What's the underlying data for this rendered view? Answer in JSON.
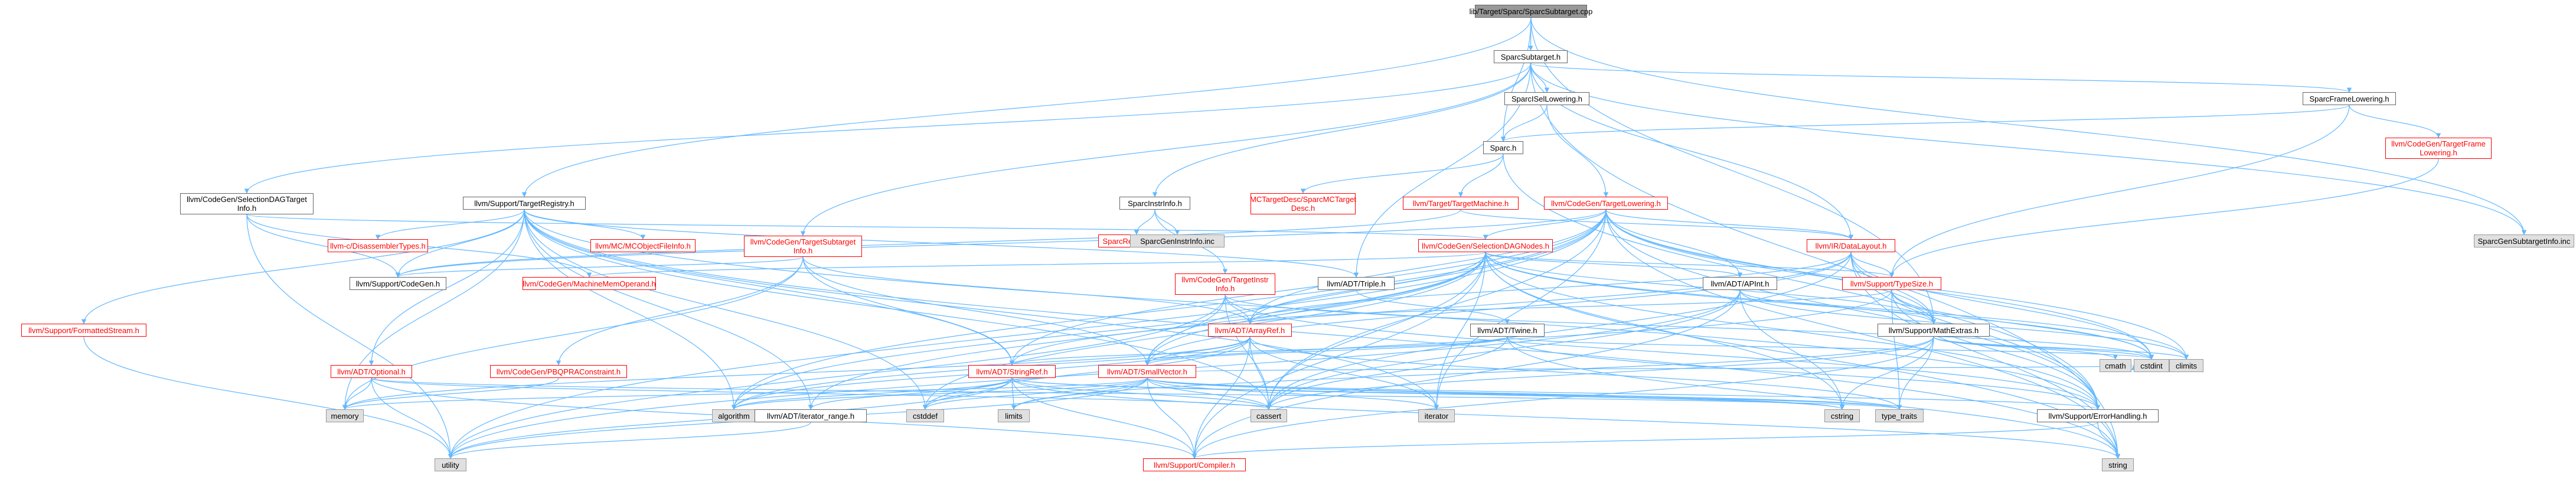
{
  "colors": {
    "edge": "#63b8ff",
    "node_border": "#666666",
    "missing_node": "#ff0000",
    "external_fill": "#e0e0e0",
    "root_fill": "#999999"
  },
  "nodes": [
    {
      "id": "root",
      "label": "lib/Target/Sparc/SparcSubtarget.cpp",
      "style": "root"
    },
    {
      "id": "sparc_subtarget_h",
      "label": "SparcSubtarget.h",
      "style": "normal"
    },
    {
      "id": "sparc_isel_lowering_h",
      "label": "SparcISelLowering.h",
      "style": "normal"
    },
    {
      "id": "sparc_frame_lowering_h",
      "label": "SparcFrameLowering.h",
      "style": "normal"
    },
    {
      "id": "sparc_h",
      "label": "Sparc.h",
      "style": "normal"
    },
    {
      "id": "sparc_instr_info_h",
      "label": "SparcInstrInfo.h",
      "style": "normal"
    },
    {
      "id": "seldag_target_info_h",
      "label": "llvm/CodeGen/SelectionDAGTarget\nInfo.h",
      "style": "normal"
    },
    {
      "id": "target_registry_h",
      "label": "llvm/Support/TargetRegistry.h",
      "style": "normal"
    },
    {
      "id": "mc_target_desc_h",
      "label": "MCTargetDesc/SparcMCTarget\nDesc.h",
      "style": "red"
    },
    {
      "id": "target_machine_h",
      "label": "llvm/Target/TargetMachine.h",
      "style": "red"
    },
    {
      "id": "target_lowering_h",
      "label": "llvm/CodeGen/TargetLowering.h",
      "style": "red"
    },
    {
      "id": "target_frame_lowering_h",
      "label": "llvm/CodeGen/TargetFrame\nLowering.h",
      "style": "red"
    },
    {
      "id": "sparc_register_info_h",
      "label": "SparcRegisterInfo.h",
      "style": "red"
    },
    {
      "id": "sparc_gen_instr_info_inc",
      "label": "SparcGenInstrInfo.inc",
      "style": "grey"
    },
    {
      "id": "sparc_gen_subtarget_info_inc",
      "label": "SparcGenSubtargetInfo.inc",
      "style": "grey"
    },
    {
      "id": "disassembler_types_h",
      "label": "llvm-c/DisassemblerTypes.h",
      "style": "red"
    },
    {
      "id": "mc_object_file_info_h",
      "label": "llvm/MC/MCObjectFileInfo.h",
      "style": "red"
    },
    {
      "id": "target_subtarget_info_h",
      "label": "llvm/CodeGen/TargetSubtarget\nInfo.h",
      "style": "red"
    },
    {
      "id": "seldag_nodes_h",
      "label": "llvm/CodeGen/SelectionDAGNodes.h",
      "style": "red"
    },
    {
      "id": "data_layout_h",
      "label": "llvm/IR/DataLayout.h",
      "style": "red"
    },
    {
      "id": "support_codegen_h",
      "label": "llvm/Support/CodeGen.h",
      "style": "normal"
    },
    {
      "id": "machine_memory_operand_h",
      "label": "llvm/CodeGen/MachineMemOperand.h",
      "style": "red"
    },
    {
      "id": "target_instr_info_h",
      "label": "llvm/CodeGen/TargetInstr\nInfo.h",
      "style": "red"
    },
    {
      "id": "triple_h",
      "label": "llvm/ADT/Triple.h",
      "style": "normal"
    },
    {
      "id": "apint_h",
      "label": "llvm/ADT/APInt.h",
      "style": "normal"
    },
    {
      "id": "type_size_h",
      "label": "llvm/Support/TypeSize.h",
      "style": "red"
    },
    {
      "id": "formatted_stream_h",
      "label": "llvm/Support/FormattedStream.h",
      "style": "red"
    },
    {
      "id": "optional_h",
      "label": "llvm/ADT/Optional.h",
      "style": "red"
    },
    {
      "id": "pbqp_constraint_h",
      "label": "llvm/CodeGen/PBQPRAConstraint.h",
      "style": "red"
    },
    {
      "id": "twine_h",
      "label": "llvm/ADT/Twine.h",
      "style": "normal"
    },
    {
      "id": "array_ref_h",
      "label": "llvm/ADT/ArrayRef.h",
      "style": "red"
    },
    {
      "id": "math_extras_h",
      "label": "llvm/Support/MathExtras.h",
      "style": "normal"
    },
    {
      "id": "string_ref_h",
      "label": "llvm/ADT/StringRef.h",
      "style": "red"
    },
    {
      "id": "small_vector_h",
      "label": "llvm/ADT/SmallVector.h",
      "style": "red"
    },
    {
      "id": "cmath",
      "label": "cmath",
      "style": "grey"
    },
    {
      "id": "cstdint",
      "label": "cstdint",
      "style": "grey"
    },
    {
      "id": "climits",
      "label": "climits",
      "style": "grey"
    },
    {
      "id": "memory",
      "label": "memory",
      "style": "grey"
    },
    {
      "id": "algorithm",
      "label": "algorithm",
      "style": "grey"
    },
    {
      "id": "iterator_range_h",
      "label": "llvm/ADT/iterator_range.h",
      "style": "normal"
    },
    {
      "id": "cstddef",
      "label": "cstddef",
      "style": "grey"
    },
    {
      "id": "limits",
      "label": "limits",
      "style": "grey"
    },
    {
      "id": "cassert",
      "label": "cassert",
      "style": "grey"
    },
    {
      "id": "iterator",
      "label": "iterator",
      "style": "grey"
    },
    {
      "id": "cstring",
      "label": "cstring",
      "style": "grey"
    },
    {
      "id": "type_traits",
      "label": "type_traits",
      "style": "grey"
    },
    {
      "id": "error_handling_h",
      "label": "llvm/Support/ErrorHandling.h",
      "style": "normal"
    },
    {
      "id": "utility",
      "label": "utility",
      "style": "grey"
    },
    {
      "id": "compiler_h",
      "label": "llvm/Support/Compiler.h",
      "style": "red"
    },
    {
      "id": "string",
      "label": "string",
      "style": "grey"
    }
  ],
  "edges": [
    [
      "root",
      "sparc_subtarget_h"
    ],
    [
      "root",
      "sparc_h"
    ],
    [
      "root",
      "target_registry_h"
    ],
    [
      "root",
      "sparc_gen_subtarget_info_inc"
    ],
    [
      "root",
      "math_extras_h"
    ],
    [
      "sparc_subtarget_h",
      "sparc_isel_lowering_h"
    ],
    [
      "sparc_subtarget_h",
      "sparc_frame_lowering_h"
    ],
    [
      "sparc_subtarget_h",
      "sparc_instr_info_h"
    ],
    [
      "sparc_subtarget_h",
      "seldag_target_info_h"
    ],
    [
      "sparc_subtarget_h",
      "target_subtarget_info_h"
    ],
    [
      "sparc_subtarget_h",
      "data_layout_h"
    ],
    [
      "sparc_subtarget_h",
      "string"
    ],
    [
      "sparc_subtarget_h",
      "sparc_gen_subtarget_info_inc"
    ],
    [
      "sparc_subtarget_h",
      "triple_h"
    ],
    [
      "sparc_isel_lowering_h",
      "sparc_h"
    ],
    [
      "sparc_isel_lowering_h",
      "target_lowering_h"
    ],
    [
      "sparc_frame_lowering_h",
      "sparc_h"
    ],
    [
      "sparc_frame_lowering_h",
      "target_frame_lowering_h"
    ],
    [
      "sparc_frame_lowering_h",
      "type_size_h"
    ],
    [
      "sparc_h",
      "mc_target_desc_h"
    ],
    [
      "sparc_h",
      "target_machine_h"
    ],
    [
      "sparc_h",
      "error_handling_h"
    ],
    [
      "sparc_instr_info_h",
      "sparc_register_info_h"
    ],
    [
      "sparc_instr_info_h",
      "sparc_gen_instr_info_inc"
    ],
    [
      "sparc_instr_info_h",
      "target_instr_info_h"
    ],
    [
      "seldag_target_info_h",
      "seldag_nodes_h"
    ],
    [
      "seldag_target_info_h",
      "support_codegen_h"
    ],
    [
      "seldag_target_info_h",
      "utility"
    ],
    [
      "seldag_target_info_h",
      "machine_memory_operand_h"
    ],
    [
      "target_registry_h",
      "disassembler_types_h"
    ],
    [
      "target_registry_h",
      "mc_object_file_info_h"
    ],
    [
      "target_registry_h",
      "triple_h"
    ],
    [
      "target_registry_h",
      "string_ref_h"
    ],
    [
      "target_registry_h",
      "iterator_range_h"
    ],
    [
      "target_registry_h",
      "support_codegen_h"
    ],
    [
      "target_registry_h",
      "formatted_stream_h"
    ],
    [
      "target_registry_h",
      "optional_h"
    ],
    [
      "target_registry_h",
      "algorithm"
    ],
    [
      "target_registry_h",
      "cassert"
    ],
    [
      "target_registry_h",
      "cstddef"
    ],
    [
      "target_registry_h",
      "iterator"
    ],
    [
      "target_registry_h",
      "memory"
    ],
    [
      "target_registry_h",
      "string"
    ],
    [
      "target_registry_h",
      "error_handling_h"
    ],
    [
      "target_machine_h",
      "data_layout_h"
    ],
    [
      "target_machine_h",
      "support_codegen_h"
    ],
    [
      "target_lowering_h",
      "seldag_nodes_h"
    ],
    [
      "target_lowering_h",
      "data_layout_h"
    ],
    [
      "target_lowering_h",
      "apint_h"
    ],
    [
      "target_lowering_h",
      "array_ref_h"
    ],
    [
      "target_lowering_h",
      "small_vector_h"
    ],
    [
      "target_lowering_h",
      "string_ref_h"
    ],
    [
      "target_lowering_h",
      "algorithm"
    ],
    [
      "target_lowering_h",
      "cassert"
    ],
    [
      "target_lowering_h",
      "climits"
    ],
    [
      "target_lowering_h",
      "cstdint"
    ],
    [
      "target_lowering_h",
      "iterator"
    ],
    [
      "target_lowering_h",
      "map"
    ],
    [
      "target_lowering_h",
      "string"
    ],
    [
      "target_lowering_h",
      "utility"
    ],
    [
      "target_lowering_h",
      "error_handling_h"
    ],
    [
      "target_lowering_h",
      "math_extras_h"
    ],
    [
      "target_lowering_h",
      "support_codegen_h"
    ],
    [
      "target_frame_lowering_h",
      "type_size_h"
    ],
    [
      "target_subtarget_info_h",
      "array_ref_h"
    ],
    [
      "target_subtarget_info_h",
      "small_vector_h"
    ],
    [
      "target_subtarget_info_h",
      "string_ref_h"
    ],
    [
      "target_subtarget_info_h",
      "pbqp_constraint_h"
    ],
    [
      "target_subtarget_info_h",
      "support_codegen_h"
    ],
    [
      "target_subtarget_info_h",
      "memory"
    ],
    [
      "target_subtarget_info_h",
      "vector"
    ],
    [
      "seldag_nodes_h",
      "apint_h"
    ],
    [
      "seldag_nodes_h",
      "array_ref_h"
    ],
    [
      "seldag_nodes_h",
      "small_vector_h"
    ],
    [
      "seldag_nodes_h",
      "iterator_range_h"
    ],
    [
      "seldag_nodes_h",
      "machine_memory_operand_h"
    ],
    [
      "seldag_nodes_h",
      "type_size_h"
    ],
    [
      "seldag_nodes_h",
      "algorithm"
    ],
    [
      "seldag_nodes_h",
      "cassert"
    ],
    [
      "seldag_nodes_h",
      "climits"
    ],
    [
      "seldag_nodes_h",
      "cstddef"
    ],
    [
      "seldag_nodes_h",
      "cstdint"
    ],
    [
      "seldag_nodes_h",
      "cstring"
    ],
    [
      "seldag_nodes_h",
      "iterator"
    ],
    [
      "seldag_nodes_h",
      "string"
    ],
    [
      "seldag_nodes_h",
      "tuple"
    ],
    [
      "seldag_nodes_h",
      "error_handling_h"
    ],
    [
      "seldag_nodes_h",
      "math_extras_h"
    ],
    [
      "seldag_nodes_h",
      "compiler_h"
    ],
    [
      "data_layout_h",
      "array_ref_h"
    ],
    [
      "data_layout_h",
      "small_vector_h"
    ],
    [
      "data_layout_h",
      "string_ref_h"
    ],
    [
      "data_layout_h",
      "type_size_h"
    ],
    [
      "data_layout_h",
      "error_handling_h"
    ],
    [
      "data_layout_h",
      "math_extras_h"
    ],
    [
      "data_layout_h",
      "cassert"
    ],
    [
      "data_layout_h",
      "cstdint"
    ],
    [
      "data_layout_h",
      "string"
    ],
    [
      "target_instr_info_h",
      "array_ref_h"
    ],
    [
      "target_instr_info_h",
      "small_vector_h"
    ],
    [
      "target_instr_info_h",
      "cassert"
    ],
    [
      "target_instr_info_h",
      "cstdint"
    ],
    [
      "target_instr_info_h",
      "utility"
    ],
    [
      "target_instr_info_h",
      "error_handling_h"
    ],
    [
      "triple_h",
      "twine_h"
    ],
    [
      "apint_h",
      "compiler_h"
    ],
    [
      "apint_h",
      "math_extras_h"
    ],
    [
      "apint_h",
      "cassert"
    ],
    [
      "apint_h",
      "climits"
    ],
    [
      "apint_h",
      "cstring"
    ],
    [
      "apint_h",
      "utility"
    ],
    [
      "type_size_h",
      "math_extras_h"
    ],
    [
      "type_size_h",
      "error_handling_h"
    ],
    [
      "type_size_h",
      "algorithm"
    ],
    [
      "type_size_h",
      "array_ref_h"
    ],
    [
      "type_size_h",
      "cstdint"
    ],
    [
      "type_size_h",
      "type_traits"
    ],
    [
      "formatted_stream_h",
      "utility"
    ],
    [
      "optional_h",
      "compiler_h"
    ],
    [
      "optional_h",
      "type_traits"
    ],
    [
      "optional_h",
      "cassert"
    ],
    [
      "optional_h",
      "memory"
    ],
    [
      "optional_h",
      "new"
    ],
    [
      "optional_h",
      "utility"
    ],
    [
      "pbqp_constraint_h",
      "memory"
    ],
    [
      "pbqp_constraint_h",
      "vector"
    ],
    [
      "twine_h",
      "small_vector_h"
    ],
    [
      "twine_h",
      "string_ref_h"
    ],
    [
      "twine_h",
      "error_handling_h"
    ],
    [
      "twine_h",
      "cassert"
    ],
    [
      "twine_h",
      "cstdint"
    ],
    [
      "twine_h",
      "string"
    ],
    [
      "array_ref_h",
      "small_vector_h"
    ],
    [
      "array_ref_h",
      "compiler_h"
    ],
    [
      "array_ref_h",
      "algorithm"
    ],
    [
      "array_ref_h",
      "array"
    ],
    [
      "array_ref_h",
      "cassert"
    ],
    [
      "array_ref_h",
      "cstddef"
    ],
    [
      "array_ref_h",
      "initializer_list"
    ],
    [
      "array_ref_h",
      "iterator"
    ],
    [
      "array_ref_h",
      "memory"
    ],
    [
      "array_ref_h",
      "type_traits"
    ],
    [
      "array_ref_h",
      "vector"
    ],
    [
      "math_extras_h",
      "compiler_h"
    ],
    [
      "math_extras_h",
      "cassert"
    ],
    [
      "math_extras_h",
      "climits"
    ],
    [
      "math_extras_h",
      "cmath"
    ],
    [
      "math_extras_h",
      "cstdint"
    ],
    [
      "math_extras_h",
      "cstring"
    ],
    [
      "math_extras_h",
      "limits"
    ],
    [
      "math_extras_h",
      "type_traits"
    ],
    [
      "string_ref_h",
      "iterator_range_h"
    ],
    [
      "string_ref_h",
      "compiler_h"
    ],
    [
      "string_ref_h",
      "algorithm"
    ],
    [
      "string_ref_h",
      "cassert"
    ],
    [
      "string_ref_h",
      "cstddef"
    ],
    [
      "string_ref_h",
      "cstring"
    ],
    [
      "string_ref_h",
      "limits"
    ],
    [
      "string_ref_h",
      "string"
    ],
    [
      "string_ref_h",
      "type_traits"
    ],
    [
      "string_ref_h",
      "utility"
    ],
    [
      "small_vector_h",
      "compiler_h"
    ],
    [
      "small_vector_h",
      "error_handling_h"
    ],
    [
      "small_vector_h",
      "algorithm"
    ],
    [
      "small_vector_h",
      "cassert"
    ],
    [
      "small_vector_h",
      "cstddef"
    ],
    [
      "small_vector_h",
      "cstdint"
    ],
    [
      "small_vector_h",
      "cstring"
    ],
    [
      "small_vector_h",
      "iterator"
    ],
    [
      "small_vector_h",
      "limits"
    ],
    [
      "small_vector_h",
      "memory"
    ],
    [
      "small_vector_h",
      "type_traits"
    ],
    [
      "small_vector_h",
      "utility"
    ],
    [
      "iterator_range_h",
      "utility"
    ],
    [
      "error_handling_h",
      "compiler_h"
    ],
    [
      "error_handling_h",
      "string"
    ]
  ]
}
